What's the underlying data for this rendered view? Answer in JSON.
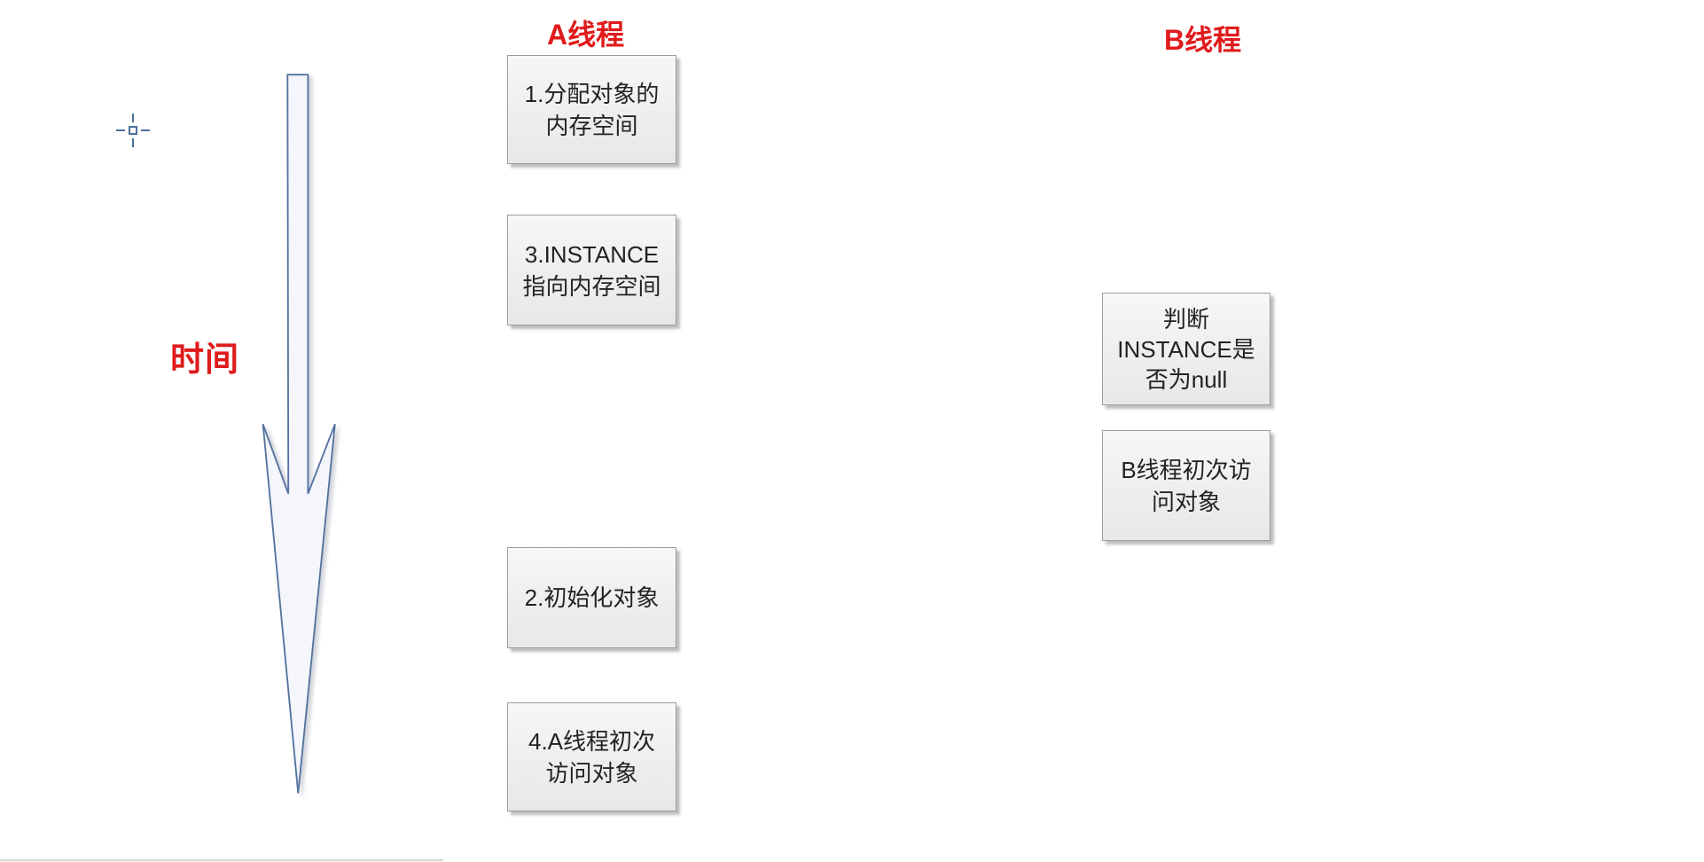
{
  "labels": {
    "time": "时间",
    "thread_a": "A线程",
    "thread_b": "B线程"
  },
  "colors": {
    "accent_red": "#e01b1b",
    "box_background": "#efefef",
    "box_border": "#9d9d9d",
    "box_text": "#232323",
    "arrow_stroke": "#55729f",
    "arrow_fill": "#f4f6fb",
    "page_background": "#ffffff"
  },
  "icons": {
    "crosshair": "crosshair-cursor"
  },
  "columns": {
    "thread_a": {
      "title": "A线程",
      "boxes": [
        {
          "id": "step1",
          "lines": [
            "1.分配对象的",
            "内存空间"
          ]
        },
        {
          "id": "step3",
          "lines": [
            "3.INSTANCE",
            "指向内存空间"
          ]
        },
        {
          "id": "step2",
          "lines": [
            "2.初始化对象"
          ]
        },
        {
          "id": "step4",
          "lines": [
            "4.A线程初次",
            "访问对象"
          ]
        }
      ]
    },
    "thread_b": {
      "title": "B线程",
      "boxes": [
        {
          "id": "check-null",
          "lines": [
            "判断",
            "INSTANCE是",
            "否为null"
          ]
        },
        {
          "id": "b-first-access",
          "lines": [
            "B线程初次访",
            "问对象"
          ]
        }
      ]
    }
  }
}
